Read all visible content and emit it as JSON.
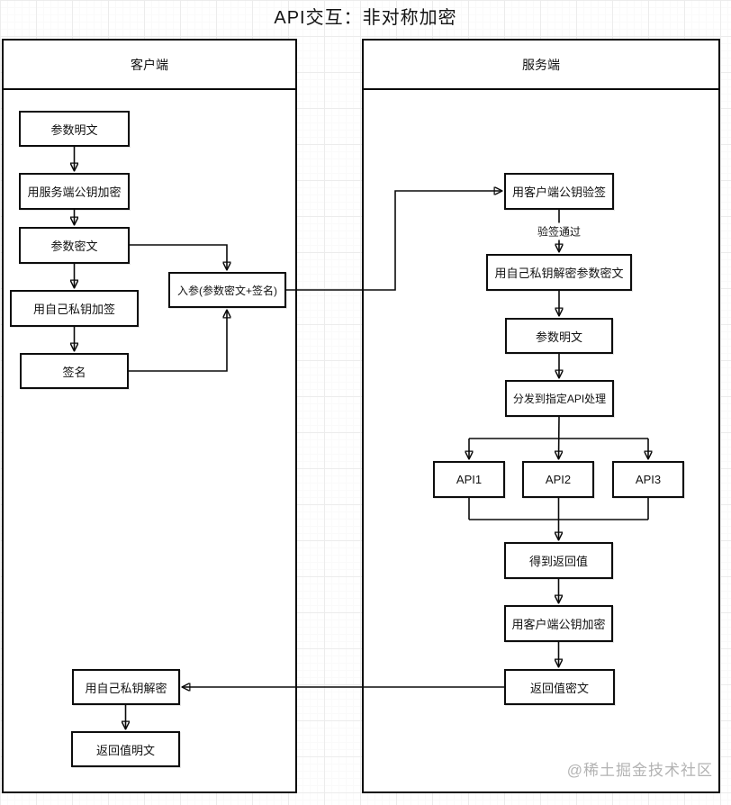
{
  "title": "API交互：非对称加密",
  "watermark": "@稀土掘金技术社区",
  "colors": {
    "line": "#0a0a0a",
    "box_border": "#0d0d0d",
    "box_fill": "#ffffff",
    "grid": "#ececec",
    "watermark_text": "#b3b3b3"
  },
  "client": {
    "header": "客户端",
    "nodes": {
      "param_plain": "参数明文",
      "encrypt_with_server_pubkey": "用服务端公钥加密",
      "param_cipher": "参数密文",
      "sign_with_own_privkey": "用自己私钥加签",
      "signature": "签名",
      "request_params": "入参(参数密文+签名)",
      "decrypt_with_own_privkey": "用自己私钥解密",
      "return_plain": "返回值明文"
    }
  },
  "server": {
    "header": "服务端",
    "edge_label_verify_pass": "验签通过",
    "nodes": {
      "verify_with_client_pubkey": "用客户端公钥验签",
      "decrypt_param_cipher": "用自己私钥解密参数密文",
      "param_plain": "参数明文",
      "dispatch": "分发到指定API处理",
      "api1": "API1",
      "api2": "API2",
      "api3": "API3",
      "get_return_value": "得到返回值",
      "encrypt_with_client_pubkey": "用客户端公钥加密",
      "return_cipher": "返回值密文"
    }
  }
}
